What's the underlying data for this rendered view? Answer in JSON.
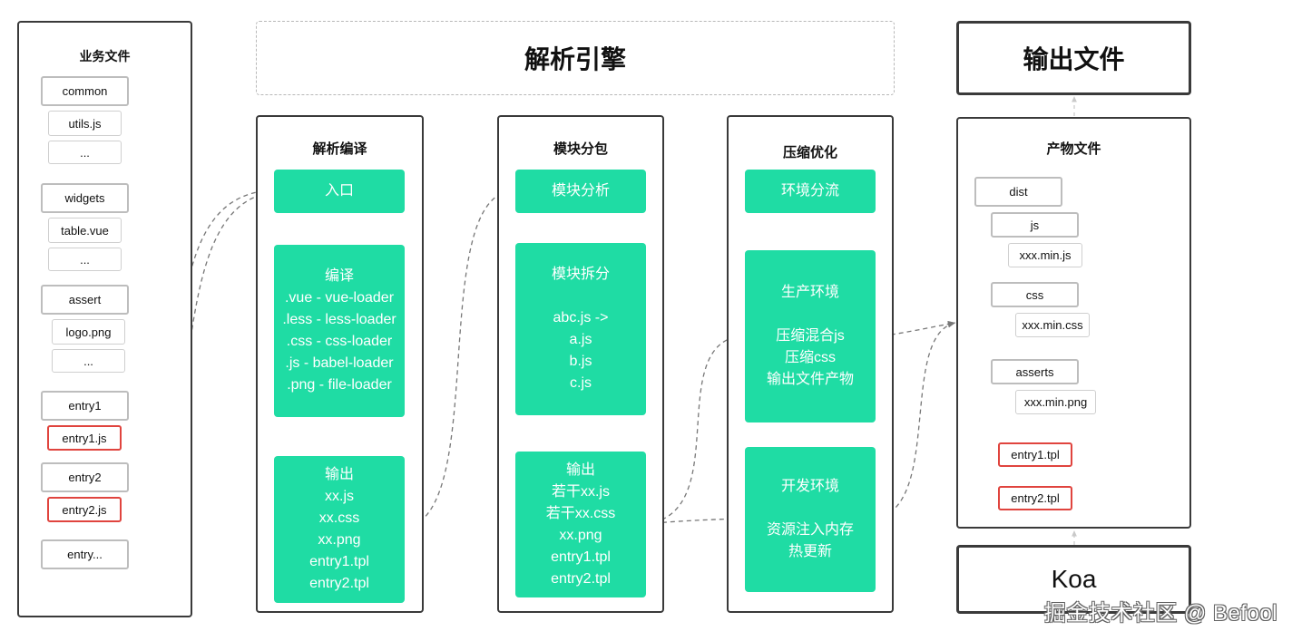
{
  "business_files": {
    "title": "业务文件",
    "items": [
      "common",
      "utils.js",
      "...",
      "widgets",
      "table.vue",
      "...",
      "assert",
      "logo.png",
      "...",
      "entry1",
      "entry1.js",
      "entry2",
      "entry2.js",
      "entry..."
    ]
  },
  "engine": {
    "title": "解析引擎"
  },
  "parse_compile": {
    "title": "解析编译",
    "entry": "入口",
    "compile": [
      "编译",
      ".vue - vue-loader",
      ".less - less-loader",
      ".css - css-loader",
      ".js - babel-loader",
      ".png - file-loader"
    ],
    "output": [
      "输出",
      "xx.js",
      "xx.css",
      "xx.png",
      "entry1.tpl",
      "entry2.tpl"
    ]
  },
  "module_split": {
    "title": "模块分包",
    "analysis": "模块分析",
    "split_title": "模块拆分",
    "split_lines": [
      "abc.js ->",
      "a.js",
      "b.js",
      "c.js"
    ],
    "output": [
      "输出",
      "若干xx.js",
      "若干xx.css",
      "xx.png",
      "entry1.tpl",
      "entry2.tpl"
    ]
  },
  "compress_opt": {
    "title": "压缩优化",
    "env_split": "环境分流",
    "prod_title": "生产环境",
    "prod_lines": [
      "压缩混合js",
      "压缩css",
      "输出文件产物"
    ],
    "dev_title": "开发环境",
    "dev_lines": [
      "资源注入内存",
      "热更新"
    ]
  },
  "output_files": {
    "title": "输出文件"
  },
  "artifacts": {
    "title": "产物文件",
    "items": [
      "dist",
      "js",
      "xxx.min.js",
      "css",
      "xxx.min.css",
      "asserts",
      "xxx.min.png",
      "entry1.tpl",
      "entry2.tpl"
    ]
  },
  "koa": {
    "label": "Koa"
  },
  "watermark": "掘金技术社区 @ Befool",
  "colors": {
    "green": "#1fdca4",
    "red_border": "#e0443e",
    "panel_border": "#3a3a3a",
    "chip_border": "#bdbdbd",
    "connector": "#777777"
  }
}
